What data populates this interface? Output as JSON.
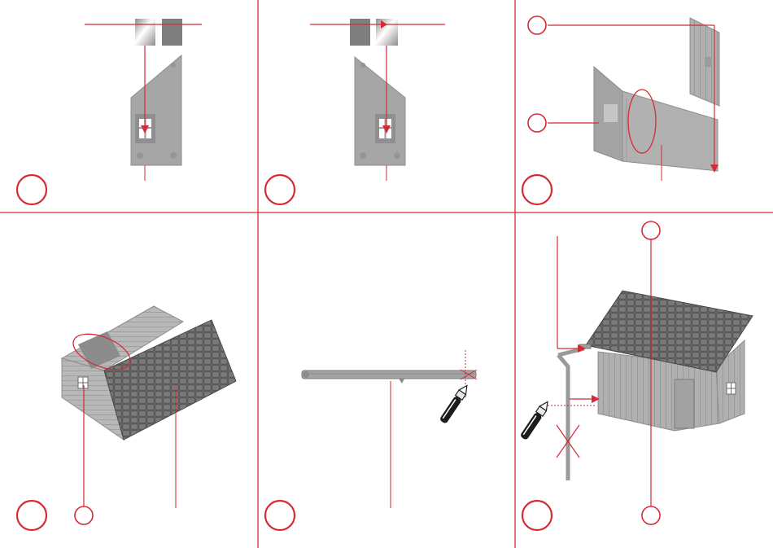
{
  "document": {
    "type": "assembly-instructions",
    "accent_color": "#d42a36",
    "part_color": "#a9a9a9",
    "part_dark_color": "#7d7d7d",
    "roof_color": "#6b6b6b",
    "panel_count": 6
  },
  "panels": [
    {
      "id": "panel-1",
      "contents": [
        "wall-with-window",
        "window-glazing-insert",
        "step-circle"
      ]
    },
    {
      "id": "panel-2",
      "contents": [
        "wall-with-window",
        "window-glazing-insert",
        "step-circle"
      ]
    },
    {
      "id": "panel-3",
      "contents": [
        "side-wall",
        "front-wall",
        "rear-wall",
        "callout-circle",
        "callout-circle",
        "glue-area-marker",
        "step-circle"
      ]
    },
    {
      "id": "panel-4",
      "contents": [
        "roof-assembly",
        "glue-area-marker",
        "callout-circle",
        "step-circle"
      ]
    },
    {
      "id": "panel-5",
      "contents": [
        "rain-gutter-sprue",
        "hobby-knife",
        "cut-mark",
        "step-circle"
      ]
    },
    {
      "id": "panel-6",
      "contents": [
        "assembled-shed",
        "downpipe",
        "hobby-knife",
        "cross-out-mark",
        "callout-circle",
        "callout-circle",
        "step-circle"
      ]
    }
  ]
}
